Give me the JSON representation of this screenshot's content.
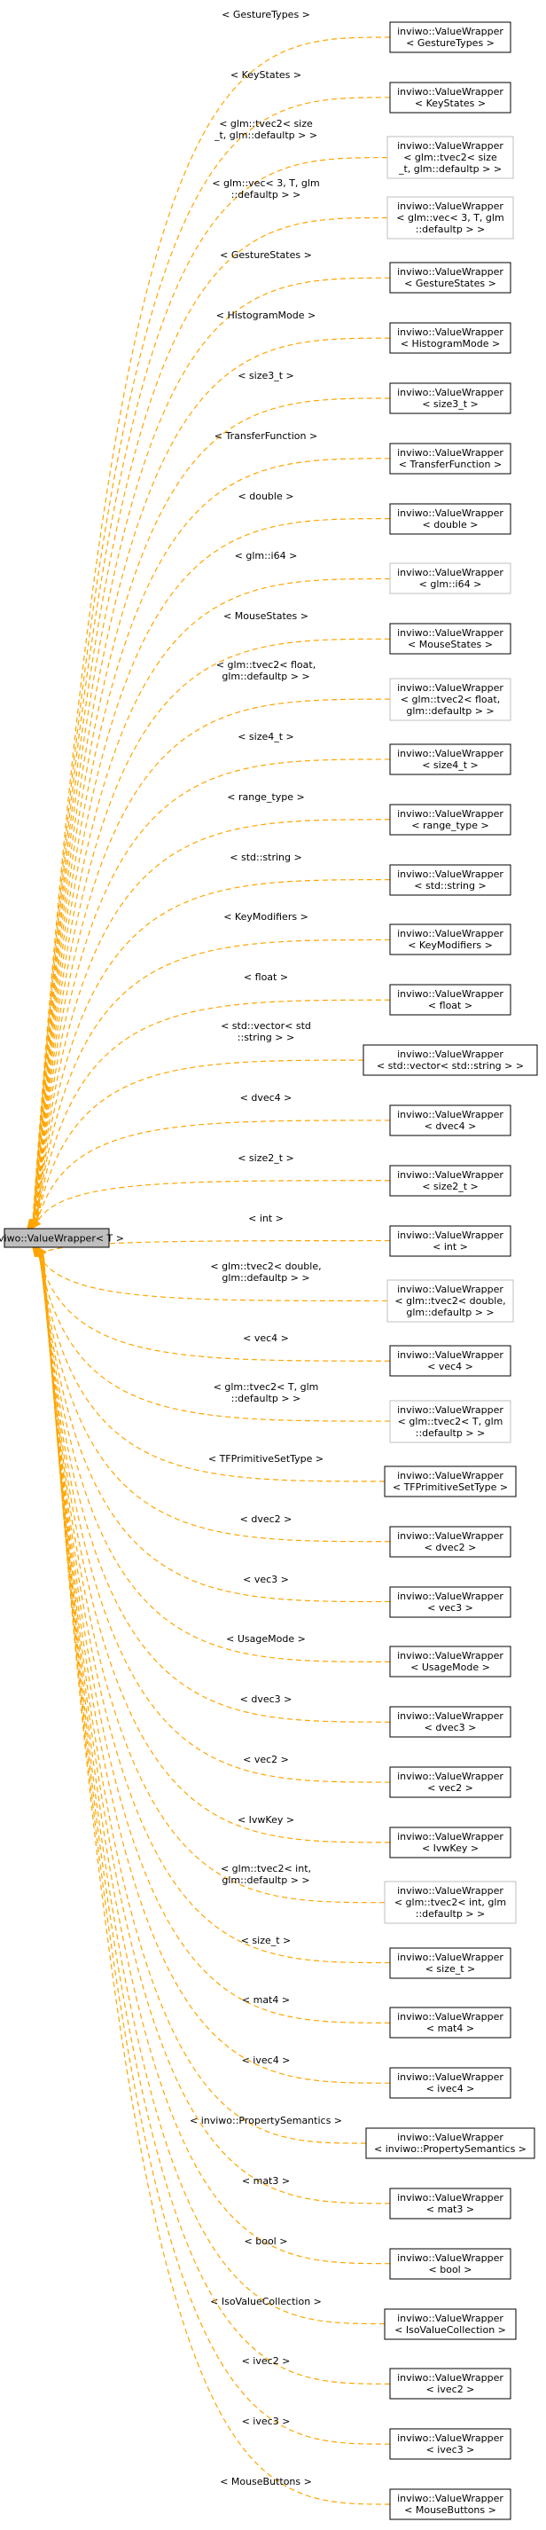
{
  "base": {
    "lines": [
      "inviwo::ValueWrapper< T >"
    ]
  },
  "nodes": [
    {
      "lines": [
        "inviwo::ValueWrapper",
        "< GestureTypes >"
      ],
      "edge": [
        "< GestureTypes >"
      ],
      "grey": false
    },
    {
      "lines": [
        "inviwo::ValueWrapper",
        "< KeyStates >"
      ],
      "edge": [
        "< KeyStates >"
      ],
      "grey": false
    },
    {
      "lines": [
        "inviwo::ValueWrapper",
        "< glm::tvec2< size",
        "_t, glm::defaultp > >"
      ],
      "edge": [
        "< glm::tvec2< size",
        "_t, glm::defaultp > >"
      ],
      "grey": true
    },
    {
      "lines": [
        "inviwo::ValueWrapper",
        "< glm::vec< 3, T, glm",
        "::defaultp > >"
      ],
      "edge": [
        "< glm::vec< 3, T, glm",
        "::defaultp > >"
      ],
      "grey": true
    },
    {
      "lines": [
        "inviwo::ValueWrapper",
        "< GestureStates >"
      ],
      "edge": [
        "< GestureStates >"
      ],
      "grey": false
    },
    {
      "lines": [
        "inviwo::ValueWrapper",
        "< HistogramMode >"
      ],
      "edge": [
        "< HistogramMode >"
      ],
      "grey": false
    },
    {
      "lines": [
        "inviwo::ValueWrapper",
        "< size3_t >"
      ],
      "edge": [
        "< size3_t >"
      ],
      "grey": false
    },
    {
      "lines": [
        "inviwo::ValueWrapper",
        "< TransferFunction >"
      ],
      "edge": [
        "< TransferFunction >"
      ],
      "grey": false
    },
    {
      "lines": [
        "inviwo::ValueWrapper",
        "< double >"
      ],
      "edge": [
        "< double >"
      ],
      "grey": false
    },
    {
      "lines": [
        "inviwo::ValueWrapper",
        "< glm::i64 >"
      ],
      "edge": [
        "< glm::i64 >"
      ],
      "grey": true
    },
    {
      "lines": [
        "inviwo::ValueWrapper",
        "< MouseStates >"
      ],
      "edge": [
        "< MouseStates >"
      ],
      "grey": false
    },
    {
      "lines": [
        "inviwo::ValueWrapper",
        "< glm::tvec2< float,",
        "glm::defaultp > >"
      ],
      "edge": [
        "< glm::tvec2< float,",
        "glm::defaultp > >"
      ],
      "grey": true
    },
    {
      "lines": [
        "inviwo::ValueWrapper",
        "< size4_t >"
      ],
      "edge": [
        "< size4_t >"
      ],
      "grey": false
    },
    {
      "lines": [
        "inviwo::ValueWrapper",
        "< range_type >"
      ],
      "edge": [
        "< range_type >"
      ],
      "grey": false
    },
    {
      "lines": [
        "inviwo::ValueWrapper",
        "< std::string >"
      ],
      "edge": [
        "< std::string >"
      ],
      "grey": false
    },
    {
      "lines": [
        "inviwo::ValueWrapper",
        "< KeyModifiers >"
      ],
      "edge": [
        "< KeyModifiers >"
      ],
      "grey": false
    },
    {
      "lines": [
        "inviwo::ValueWrapper",
        "< float >"
      ],
      "edge": [
        "< float >"
      ],
      "grey": false
    },
    {
      "lines": [
        "inviwo::ValueWrapper",
        "< std::vector< std::string > >"
      ],
      "edge": [
        "< std::vector< std",
        "::string > >"
      ],
      "grey": false
    },
    {
      "lines": [
        "inviwo::ValueWrapper",
        "< dvec4 >"
      ],
      "edge": [
        "< dvec4 >"
      ],
      "grey": false
    },
    {
      "lines": [
        "inviwo::ValueWrapper",
        "< size2_t >"
      ],
      "edge": [
        "< size2_t >"
      ],
      "grey": false
    },
    {
      "lines": [
        "inviwo::ValueWrapper",
        "< int >"
      ],
      "edge": [
        "< int >"
      ],
      "grey": false
    },
    {
      "lines": [
        "inviwo::ValueWrapper",
        "< glm::tvec2< double,",
        "glm::defaultp > >"
      ],
      "edge": [
        "< glm::tvec2< double,",
        "glm::defaultp > >"
      ],
      "grey": true
    },
    {
      "lines": [
        "inviwo::ValueWrapper",
        "< vec4 >"
      ],
      "edge": [
        "< vec4 >"
      ],
      "grey": false
    },
    {
      "lines": [
        "inviwo::ValueWrapper",
        "< glm::tvec2< T, glm",
        "::defaultp > >"
      ],
      "edge": [
        "< glm::tvec2< T, glm",
        "::defaultp > >"
      ],
      "grey": true
    },
    {
      "lines": [
        "inviwo::ValueWrapper",
        "< TFPrimitiveSetType >"
      ],
      "edge": [
        "< TFPrimitiveSetType >"
      ],
      "grey": false
    },
    {
      "lines": [
        "inviwo::ValueWrapper",
        "< dvec2 >"
      ],
      "edge": [
        "< dvec2 >"
      ],
      "grey": false
    },
    {
      "lines": [
        "inviwo::ValueWrapper",
        "< vec3 >"
      ],
      "edge": [
        "< vec3 >"
      ],
      "grey": false
    },
    {
      "lines": [
        "inviwo::ValueWrapper",
        "< UsageMode >"
      ],
      "edge": [
        "< UsageMode >"
      ],
      "grey": false
    },
    {
      "lines": [
        "inviwo::ValueWrapper",
        "< dvec3 >"
      ],
      "edge": [
        "< dvec3 >"
      ],
      "grey": false
    },
    {
      "lines": [
        "inviwo::ValueWrapper",
        "< vec2 >"
      ],
      "edge": [
        "< vec2 >"
      ],
      "grey": false
    },
    {
      "lines": [
        "inviwo::ValueWrapper",
        "< IvwKey >"
      ],
      "edge": [
        "< IvwKey >"
      ],
      "grey": false
    },
    {
      "lines": [
        "inviwo::ValueWrapper",
        "< glm::tvec2< int, glm",
        "::defaultp > >"
      ],
      "edge": [
        "< glm::tvec2< int,",
        "glm::defaultp > >"
      ],
      "grey": true
    },
    {
      "lines": [
        "inviwo::ValueWrapper",
        "< size_t >"
      ],
      "edge": [
        "< size_t >"
      ],
      "grey": false
    },
    {
      "lines": [
        "inviwo::ValueWrapper",
        "< mat4 >"
      ],
      "edge": [
        "< mat4 >"
      ],
      "grey": false
    },
    {
      "lines": [
        "inviwo::ValueWrapper",
        "< ivec4 >"
      ],
      "edge": [
        "< ivec4 >"
      ],
      "grey": false
    },
    {
      "lines": [
        "inviwo::ValueWrapper",
        "< inviwo::PropertySemantics >"
      ],
      "edge": [
        "< inviwo::PropertySemantics >"
      ],
      "grey": false
    },
    {
      "lines": [
        "inviwo::ValueWrapper",
        "< mat3 >"
      ],
      "edge": [
        "< mat3 >"
      ],
      "grey": false
    },
    {
      "lines": [
        "inviwo::ValueWrapper",
        "< bool >"
      ],
      "edge": [
        "< bool >"
      ],
      "grey": false
    },
    {
      "lines": [
        "inviwo::ValueWrapper",
        "< IsoValueCollection >"
      ],
      "edge": [
        "< IsoValueCollection >"
      ],
      "grey": false
    },
    {
      "lines": [
        "inviwo::ValueWrapper",
        "< ivec2 >"
      ],
      "edge": [
        "< ivec2 >"
      ],
      "grey": false
    },
    {
      "lines": [
        "inviwo::ValueWrapper",
        "< ivec3 >"
      ],
      "edge": [
        "< ivec3 >"
      ],
      "grey": false
    },
    {
      "lines": [
        "inviwo::ValueWrapper",
        "< MouseButtons >"
      ],
      "edge": [
        "< MouseButtons >"
      ],
      "grey": false
    }
  ]
}
